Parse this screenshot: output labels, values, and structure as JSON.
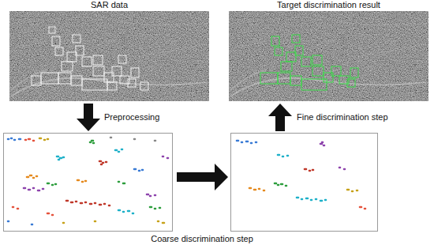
{
  "diagram": {
    "nodes": [
      {
        "text": [
          "SAR data"
        ]
      },
      {
        "text": [
          "Target discrimination result"
        ]
      }
    ],
    "labels": [
      "Preprocessing",
      "Coarse discrimination step",
      "Fine discrimination step"
    ]
  }
}
